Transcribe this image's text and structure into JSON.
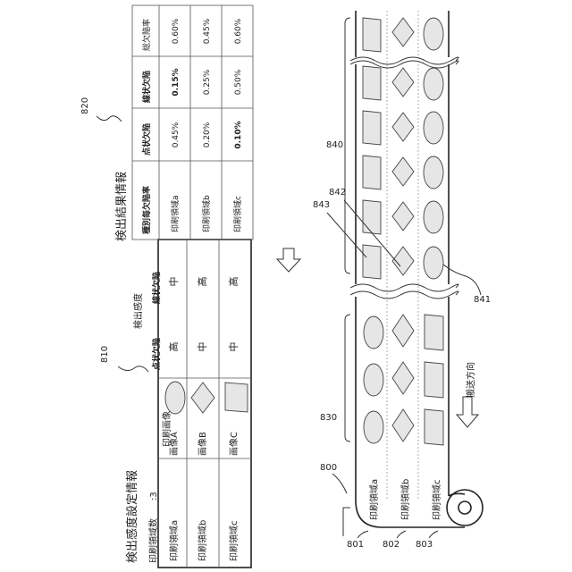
{
  "left_panel": {
    "title": "検出感度設定情報",
    "count_label": "印刷領域数",
    "count_value": ":3",
    "ref": "810",
    "header_image": "印刷画像",
    "header_sensitivity": "検出感度",
    "header_point": "点状欠陥",
    "header_line": "線状欠陥",
    "rows": [
      {
        "region": "印刷領域a",
        "image": "画像A",
        "point": "高",
        "line": "中",
        "shape": "ellipse"
      },
      {
        "region": "印刷領域b",
        "image": "画像B",
        "point": "中",
        "line": "高",
        "shape": "diamond"
      },
      {
        "region": "印刷領域c",
        "image": "画像C",
        "point": "中",
        "line": "高",
        "shape": "parallelogram"
      }
    ]
  },
  "result_panel": {
    "title": "検出結果情報",
    "ref": "820",
    "col_headers": [
      "種別毎欠陥率",
      "点状欠陥",
      "線状欠陥",
      "総欠陥率"
    ],
    "rows": [
      {
        "region": "印刷領域a",
        "values": [
          "0.45%",
          "0.15%",
          "0.60%"
        ]
      },
      {
        "region": "印刷領域b",
        "values": [
          "0.20%",
          "0.25%",
          "0.45%"
        ]
      },
      {
        "region": "印刷領域c",
        "values": [
          "0.10%",
          "0.50%",
          "0.60%"
        ]
      }
    ]
  },
  "web": {
    "region_labels": [
      "印刷領域a",
      "印刷領域b",
      "印刷領域c"
    ],
    "direction_label": "搬送方向",
    "refs": {
      "web": "800",
      "lane_a": "801",
      "lane_b": "802",
      "lane_c": "803",
      "section_before": "830",
      "section_after": "840",
      "mark_ellipse": "841",
      "mark_diamond": "842",
      "mark_rect": "843"
    }
  }
}
